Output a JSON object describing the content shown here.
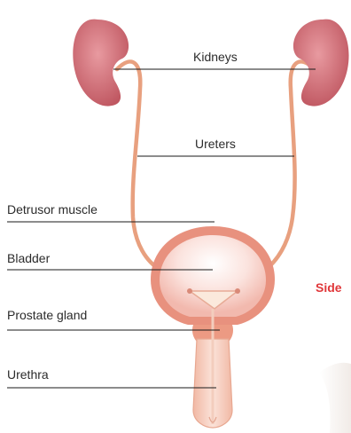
{
  "labels": {
    "kidneys": "Kidneys",
    "ureters": "Ureters",
    "detrusor": "Detrusor muscle",
    "bladder": "Bladder",
    "prostate": "Prostate gland",
    "urethra": "Urethra"
  },
  "side_text": "Side",
  "colors": {
    "kidney": "#c9606a",
    "kidney_highlight": "#e38e92",
    "ureter": "#e8a07f",
    "bladder_outer": "#e8917e",
    "bladder_inner": "#f7d3cd",
    "urethra": "#f3c0ad",
    "side_text": "#e0373a",
    "leader_line": "#1a1a1a"
  }
}
